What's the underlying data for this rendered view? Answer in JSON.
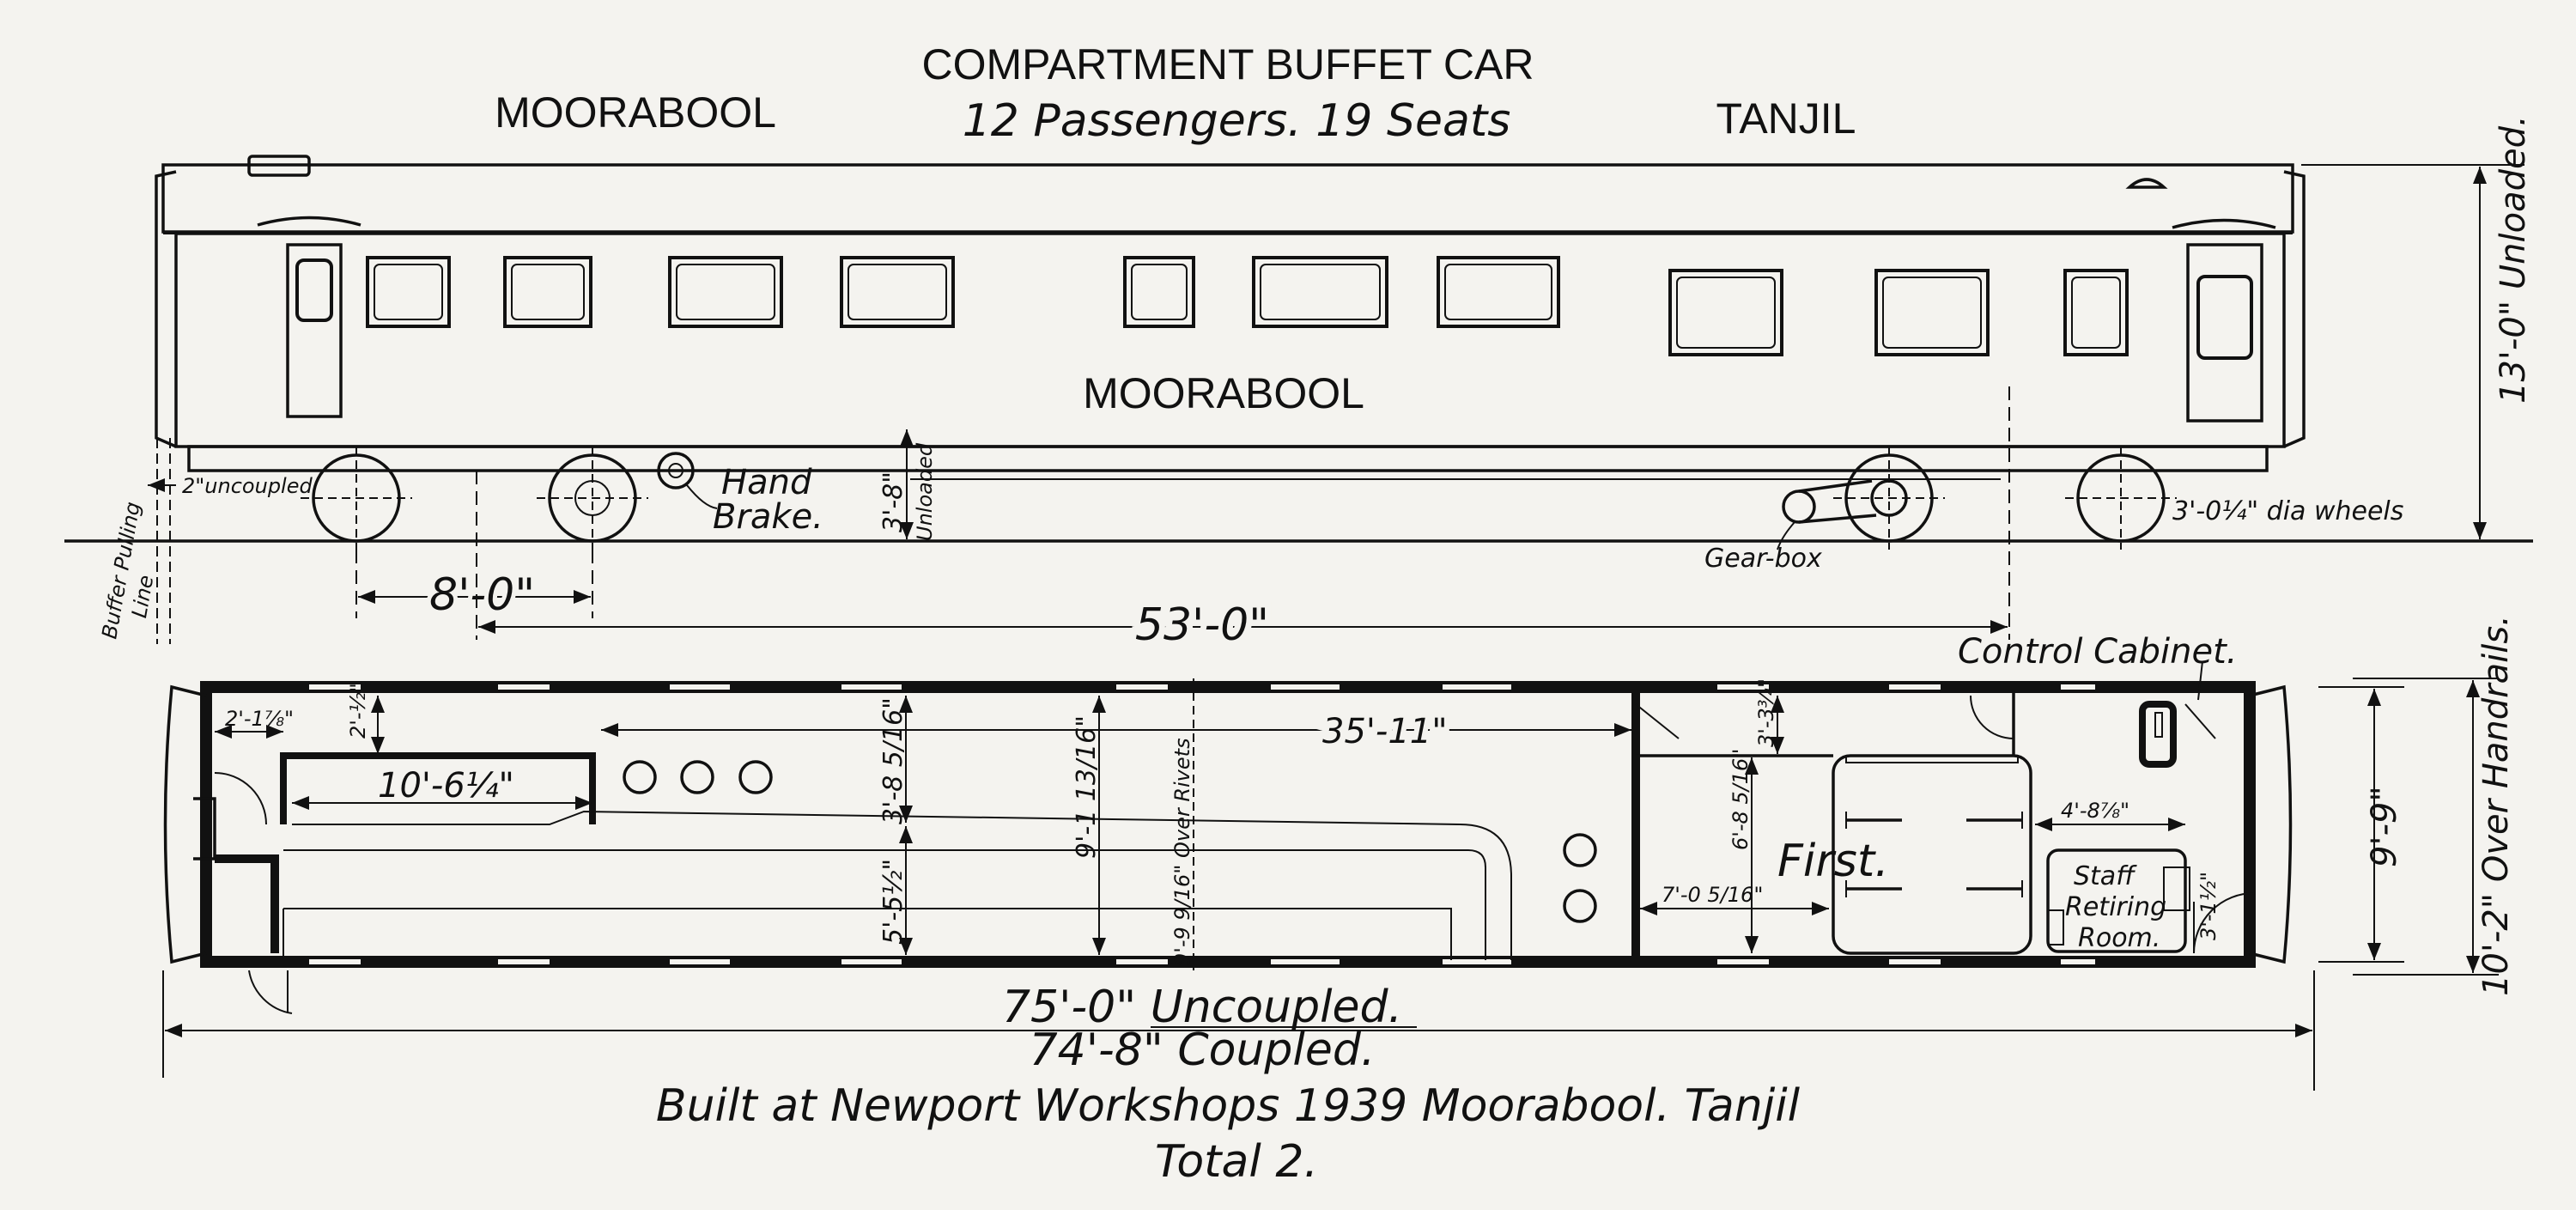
{
  "header": {
    "title": "COMPARTMENT BUFFET CAR",
    "left_name": "MOORABOOL",
    "capacity": "12 Passengers. 19 Seats",
    "right_name": "TANJIL"
  },
  "side_elevation": {
    "car_name": "MOORABOOL",
    "hand_brake": [
      "Hand",
      "Brake."
    ],
    "gear_box": "Gear-box",
    "buffer_line": [
      "Buffer Pulling",
      "Line"
    ],
    "uncoupled_gap": "2\"uncoupled",
    "floor_height": "3'-8\"",
    "floor_height_note": "Unloaded",
    "height_unloaded": "13'-0\" Unloaded.",
    "wheels": "3'-0¼\" dia wheels",
    "bogie_wheelbase": "8'-0\"",
    "bogie_centres": "53'-0\""
  },
  "plan": {
    "control_cabinet": "Control Cabinet.",
    "dims": {
      "end_a": "2'-1⅞\"",
      "end_b": "2'-½\"",
      "counter": "10'-6¼\"",
      "aisle_a": "3'-8 5/16\"",
      "aisle_b": "5'-5½\"",
      "inside_width": "9'-1 13/16\"",
      "over_rivets": "9'-9 9/16\" Over Rivets",
      "saloon_length": "35'-11\"",
      "first_a": "3'-3¾\"",
      "first_b": "6'-8 5/16\"",
      "first_c": "7'-0 5/16\"",
      "corridor": "4'-8⅞\"",
      "retiring_width": "3'-1½\"",
      "outer_width": "9'-9\"",
      "over_handrails": "10'-2\" Over Handrails."
    },
    "first": "First.",
    "staff_retiring": [
      "Staff",
      "Retiring",
      "Room."
    ]
  },
  "overall": {
    "uncoupled": "75'-0\" Uncoupled.",
    "coupled": "74'-8\" Coupled."
  },
  "footer": {
    "built": "Built at Newport Workshops 1939  Moorabool. Tanjil",
    "total": "Total 2."
  }
}
